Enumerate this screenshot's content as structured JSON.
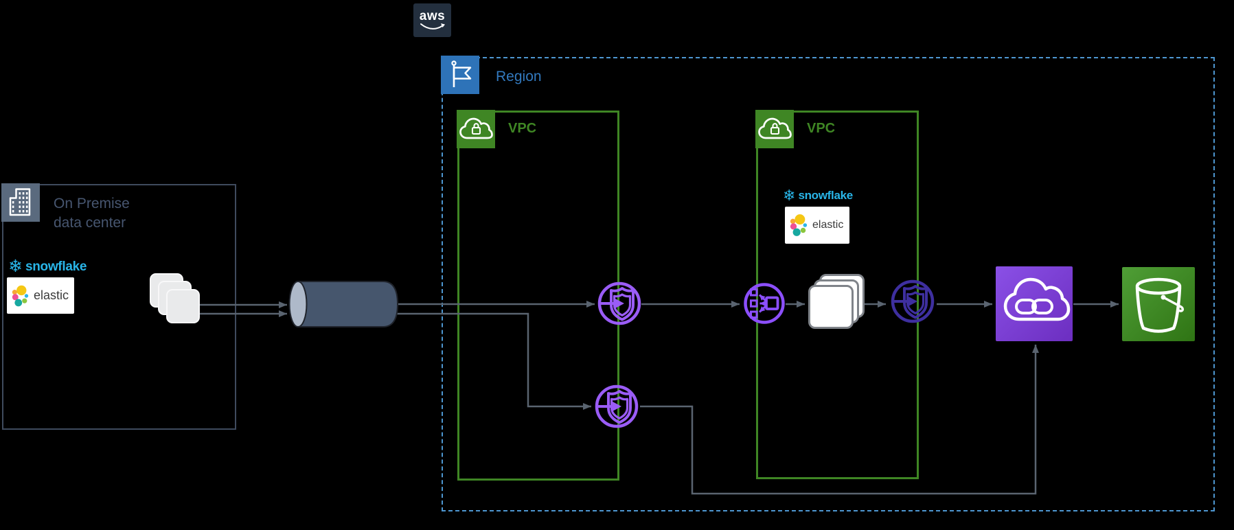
{
  "aws_logo": {
    "text": "aws"
  },
  "region": {
    "label": "Region"
  },
  "vpc_left": {
    "label": "VPC"
  },
  "vpc_right": {
    "label": "VPC"
  },
  "on_premise": {
    "title": "On Premise\ndata center"
  },
  "partners": {
    "snowflake": "snowflake",
    "elastic": "elastic"
  },
  "icons": {
    "aws_logo": "aws-smile-logo",
    "region": "flag-icon",
    "vpc": "cloud-lock-icon",
    "on_premise": "building-icon",
    "snowflake": "snowflake-icon",
    "elastic": "elastic-blobs-icon",
    "documents": "stacked-papers-icon",
    "tunnel": "pipe-cylinder-icon",
    "vpc_endpoint": "shield-arrow-endpoint-icon",
    "load_balancer": "load-balancer-icon",
    "instances": "instance-stack-icon",
    "privatelink": "cloud-chainlink-icon",
    "s3_bucket": "bucket-icon"
  },
  "colors": {
    "background": "#000000",
    "region_blue": "#2E73B8",
    "region_border": "#4E97D1",
    "vpc_green": "#3F8624",
    "onprem_border": "#3F4B5E",
    "onprem_icon_bg": "#5A6A7E",
    "onprem_text": "#475670",
    "connector_gray": "#5A6470",
    "endpoint_purple": "#9A5CF6",
    "endpoint_indigo": "#3E2F9F",
    "load_balancer_purple": "#8C4FFF",
    "privatelink_gradient_start": "#8A50E6",
    "privatelink_gradient_end": "#6C2EC0",
    "s3_gradient_start": "#4F9E36",
    "s3_gradient_end": "#2F7414",
    "cylinder_body": "#46566D",
    "cylinder_face": "#AEB9C9",
    "snowflake_blue": "#29B5E8",
    "elastic_text": "#3A3A3A",
    "aws_navy": "#232F3E"
  }
}
